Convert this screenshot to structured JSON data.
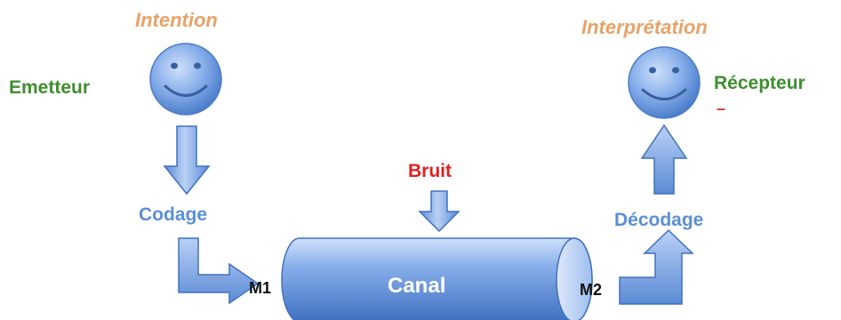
{
  "labels": {
    "intention": "Intention",
    "interpretation": "Interprétation",
    "emetteur": "Emetteur",
    "recepteur": "Récepteur",
    "recepteur_mark": "–",
    "bruit": "Bruit",
    "codage": "Codage",
    "decodage": "Décodage",
    "canal": "Canal",
    "m1": "M1",
    "m2": "M2"
  },
  "colors": {
    "blue_fill": "#6f9fe0",
    "blue_stroke": "#3f72bd",
    "orange": "#e8a268",
    "green": "#3e8f2e",
    "red": "#e02020"
  },
  "icons": {
    "sender": "smiley-face-icon",
    "receiver": "smiley-face-icon"
  }
}
